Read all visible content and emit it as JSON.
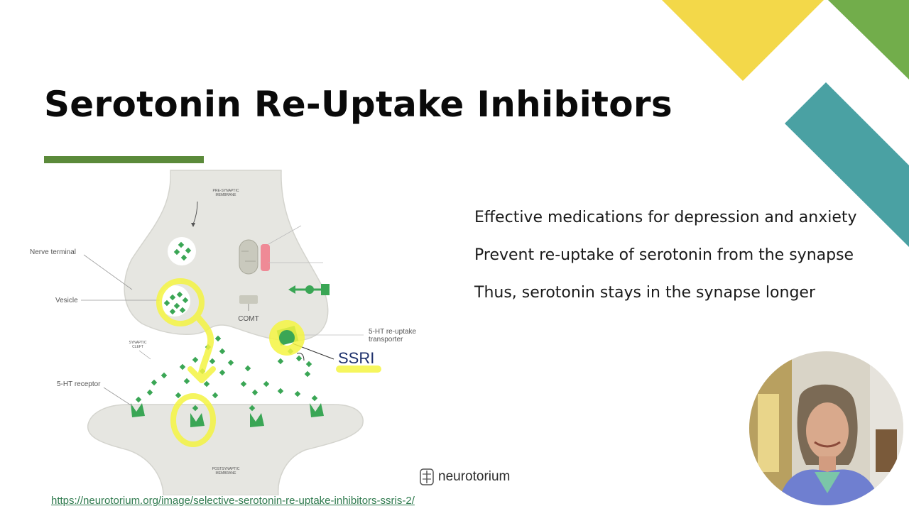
{
  "slide": {
    "title": "Serotonin Re-Uptake Inhibitors",
    "bullets": [
      "Effective medications for depression and anxiety",
      "Prevent re-uptake of serotonin from the synapse",
      "Thus, serotonin stays in the synapse longer"
    ],
    "source_url": "https://neurotorium.org/image/selective-serotonin-re-uptake-inhibitors-ssris-2/",
    "brand": "neurotorium"
  },
  "diagram": {
    "labels": {
      "presynaptic": [
        "PRE-SYNAPTIC",
        "MEMBRANE"
      ],
      "nerve_terminal": "Nerve terminal",
      "vesicle": "Vesicle",
      "comt": "COMT",
      "synaptic_cleft": [
        "SYNAPTIC",
        "CLEFT"
      ],
      "transporter": [
        "5-HT re-uptake",
        "transporter"
      ],
      "receptor": "5-HT receptor",
      "postsynaptic": [
        "POSTSYNAPTIC",
        "MEMBRANE"
      ]
    },
    "annotation": "SSRI"
  },
  "colors": {
    "accent_green": "#5b8a3a",
    "serotonin_green": "#3aa655",
    "highlight_yellow": "#f4f442",
    "deco_yellow": "#f3d849",
    "deco_green": "#72ad4b",
    "deco_teal": "#4aa1a3",
    "link": "#2f7a4e"
  },
  "webcam": {
    "description_icon": "presenter-video"
  }
}
